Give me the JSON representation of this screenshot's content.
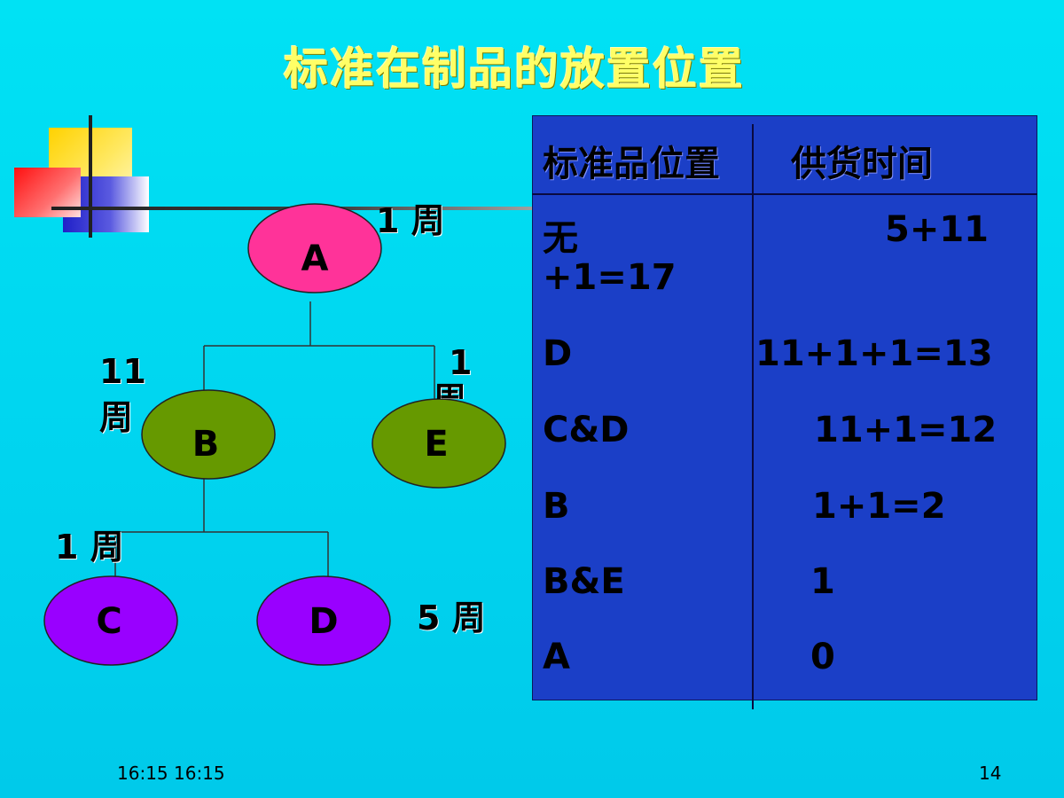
{
  "title": "标准在制品的放置位置",
  "tree": {
    "nodes": [
      {
        "id": "A",
        "label": "A",
        "fill": "#ff3399"
      },
      {
        "id": "B",
        "label": "B",
        "fill": "#669900"
      },
      {
        "id": "E",
        "label": "E",
        "fill": "#669900"
      },
      {
        "id": "C",
        "label": "C",
        "fill": "#9900ff"
      },
      {
        "id": "D",
        "label": "D",
        "fill": "#9900ff"
      }
    ],
    "edge_labels": {
      "a_time": "1 周",
      "b_time_num": "11",
      "b_time_unit": "周",
      "e_time_num": "1",
      "e_time_unit": "周",
      "c_time": "1 周",
      "d_time": "5 周"
    }
  },
  "table": {
    "headers": [
      "标准品位置",
      "供货时间"
    ],
    "rows": [
      {
        "position": "无",
        "position_line2": "+1=17",
        "time": "5+11"
      },
      {
        "position": "D",
        "time": "11+1+1=13"
      },
      {
        "position": "C&D",
        "time": "11+1=12"
      },
      {
        "position": "B",
        "time": "1+1=2"
      },
      {
        "position": "B&E",
        "time": "1"
      },
      {
        "position": "A",
        "time": "0"
      }
    ]
  },
  "footer": {
    "timestamp": "16:15 16:15",
    "page_number": "14"
  }
}
